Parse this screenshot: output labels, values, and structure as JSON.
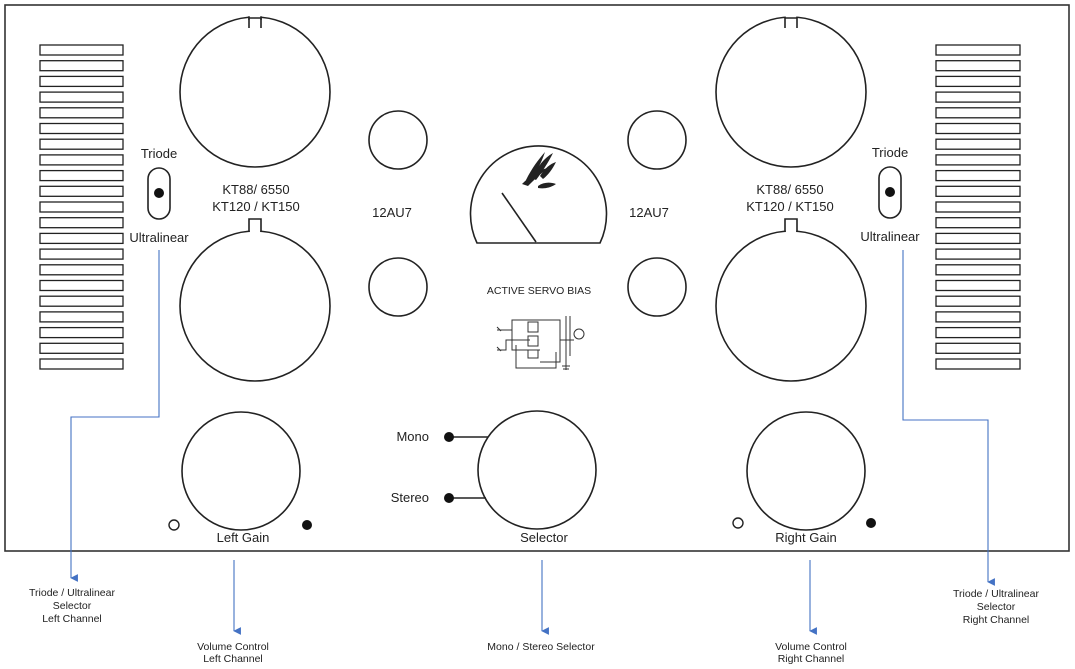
{
  "left": {
    "power_tube_label_line1": "KT88/ 6550",
    "power_tube_label_line2": "KT120 / KT150",
    "mode_top_label": "Triode",
    "mode_bottom_label": "Ultralinear",
    "preamp_tube_label": "12AU7",
    "gain_label": "Left Gain"
  },
  "right": {
    "power_tube_label_line1": "KT88/ 6550",
    "power_tube_label_line2": "KT120 / KT150",
    "mode_top_label": "Triode",
    "mode_bottom_label": "Ultralinear",
    "preamp_tube_label": "12AU7",
    "gain_label": "Right Gain"
  },
  "center": {
    "bias_label": "ACTIVE SERVO BIAS",
    "mono_label": "Mono",
    "stereo_label": "Stereo",
    "selector_label": "Selector"
  },
  "callouts": {
    "left_mode": [
      "Triode / Ultralinear",
      "Selector",
      "Left Channel"
    ],
    "left_volume": [
      "Volume Control",
      "Left Channel"
    ],
    "selector": [
      "Mono / Stereo Selector"
    ],
    "right_volume": [
      "Volume Control",
      "Right Channel"
    ],
    "right_mode": [
      "Triode / Ultralinear",
      "Selector",
      "Right Channel"
    ]
  },
  "colors": {
    "outline": "#333333",
    "callout_line": "#4472c4"
  }
}
